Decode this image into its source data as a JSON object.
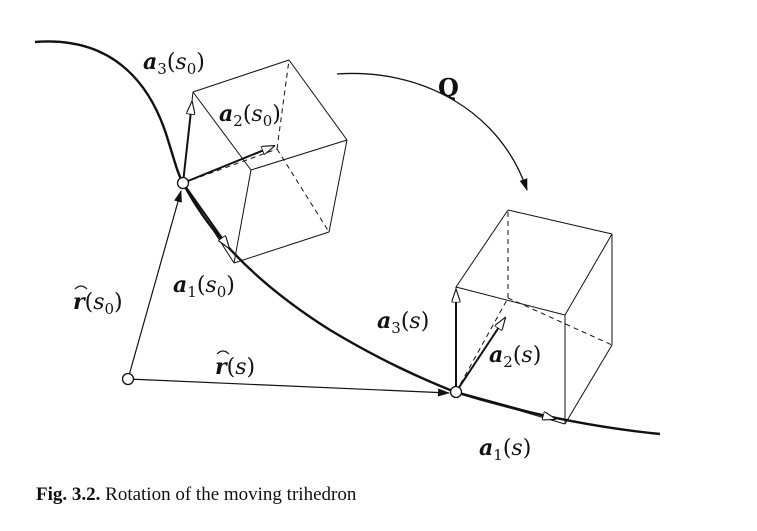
{
  "figure": {
    "labels": {
      "a3_s0": {
        "vec": "a",
        "sub": "3",
        "arg": "s",
        "argsub": "0"
      },
      "a2_s0": {
        "vec": "a",
        "sub": "2",
        "arg": "s",
        "argsub": "0"
      },
      "a1_s0": {
        "vec": "a",
        "sub": "1",
        "arg": "s",
        "argsub": "0"
      },
      "r_s0": {
        "vec": "r",
        "arg": "s",
        "argsub": "0"
      },
      "r_s": {
        "vec": "r",
        "arg": "s"
      },
      "a3_s": {
        "vec": "a",
        "sub": "3",
        "arg": "s"
      },
      "a2_s": {
        "vec": "a",
        "sub": "2",
        "arg": "s"
      },
      "a1_s": {
        "vec": "a",
        "sub": "1",
        "arg": "s"
      },
      "Q": "Q"
    }
  },
  "caption": {
    "number": "Fig. 3.2.",
    "text": "Rotation of the moving trihedron"
  }
}
